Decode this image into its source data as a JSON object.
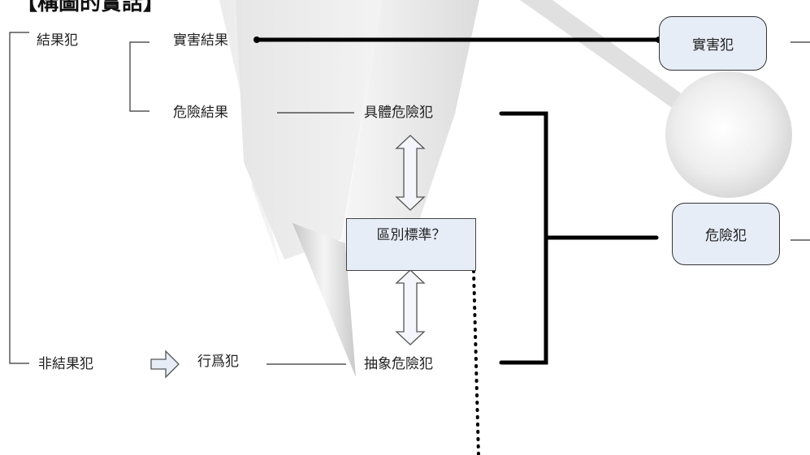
{
  "header": {
    "title": "【構圖的實話】"
  },
  "tree": {
    "result_crime": "結果犯",
    "actual_result": "實害結果",
    "danger_result": "危險結果",
    "non_result_crime": "非結果犯",
    "conduct_crime": "行爲犯",
    "concrete_danger": "具體危險犯",
    "abstract_danger": "抽象危險犯",
    "criterion": "區別標準？",
    "actual_harm_crime": "實害犯",
    "danger_crime": "危險犯"
  },
  "colors": {
    "box_fill": "#e7edf7",
    "line": "#000000"
  }
}
